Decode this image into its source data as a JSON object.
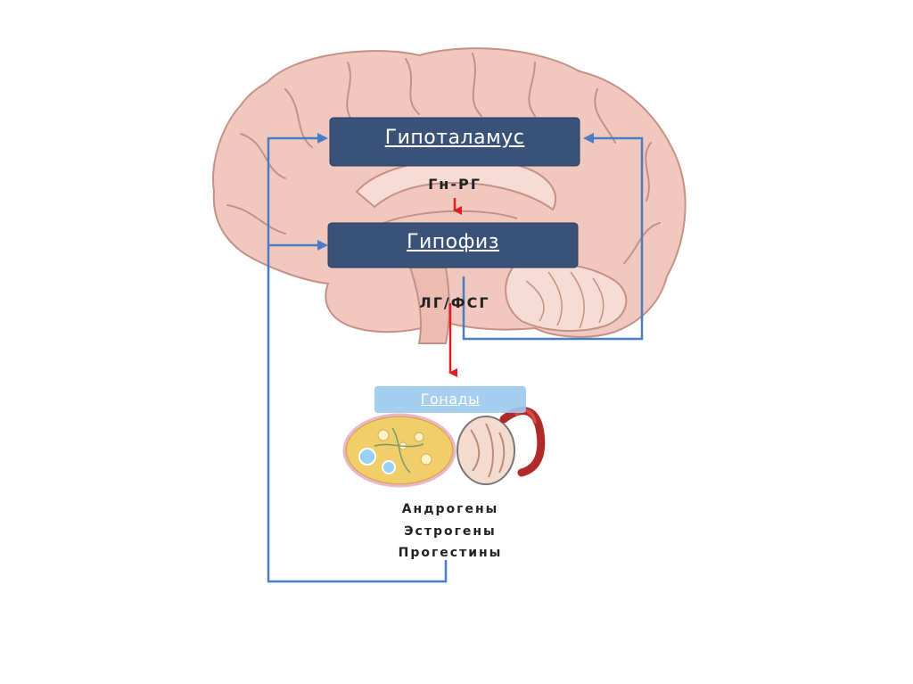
{
  "diagram": {
    "hypothalamus_label": "Гипоталамус",
    "releasing_hormone_label": "Гн-РГ",
    "pituitary_label": "Гипофиз",
    "pituitary_hormones_label": "ЛГ/ФСГ",
    "gonads_label": "Гонады",
    "steroid_hormones": [
      "Андрогены",
      "Эстрогены",
      "Прогестины"
    ]
  },
  "colors": {
    "box_fill": "#3a5278",
    "gonad_bar_fill": "#9cc9ec",
    "brain_fill": "#f1c8c0",
    "brain_outline": "#c49185",
    "stimulatory_arrow": "#e02020",
    "feedback_line": "#4a7cc4"
  }
}
